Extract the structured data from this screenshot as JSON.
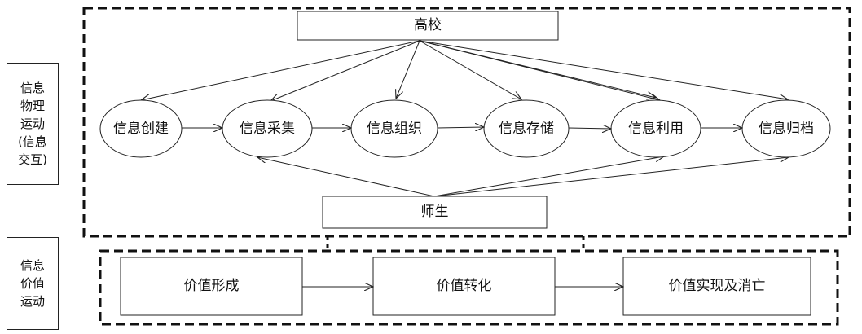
{
  "top_actor": "高校",
  "bottom_actor": "师生",
  "stages": [
    "信息创建",
    "信息采集",
    "信息组织",
    "信息存储",
    "信息利用",
    "信息归档"
  ],
  "physical_label_lines": [
    "信息",
    "物理",
    "运动",
    "(信息",
    "交互)"
  ],
  "value_label_lines": [
    "信息",
    "价值",
    "运动"
  ],
  "value_stages": [
    "价值形成",
    "价值转化",
    "价值实现及消亡"
  ]
}
